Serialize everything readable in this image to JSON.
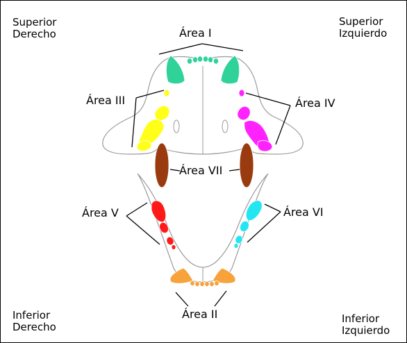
{
  "corners": {
    "top_left": [
      "Superior",
      "Derecho"
    ],
    "top_right": [
      "Superior",
      "Izquierdo"
    ],
    "bottom_left": [
      "Inferior",
      "Derecho"
    ],
    "bottom_right": [
      "Inferior",
      "Izquierdo"
    ]
  },
  "areas": {
    "area_1": {
      "label": "Área I",
      "color": "#2fd39a"
    },
    "area_2": {
      "label": "Área II",
      "color": "#f7a23b"
    },
    "area_3": {
      "label": "Área III",
      "color": "#ffff1a"
    },
    "area_4": {
      "label": "Área IV",
      "color": "#ff22ff"
    },
    "area_5": {
      "label": "Área V",
      "color": "#ff1a1a"
    },
    "area_6": {
      "label": "Área VI",
      "color": "#22e6f2"
    },
    "area_7": {
      "label": "Área VII",
      "color": "#9a3a0f"
    }
  }
}
